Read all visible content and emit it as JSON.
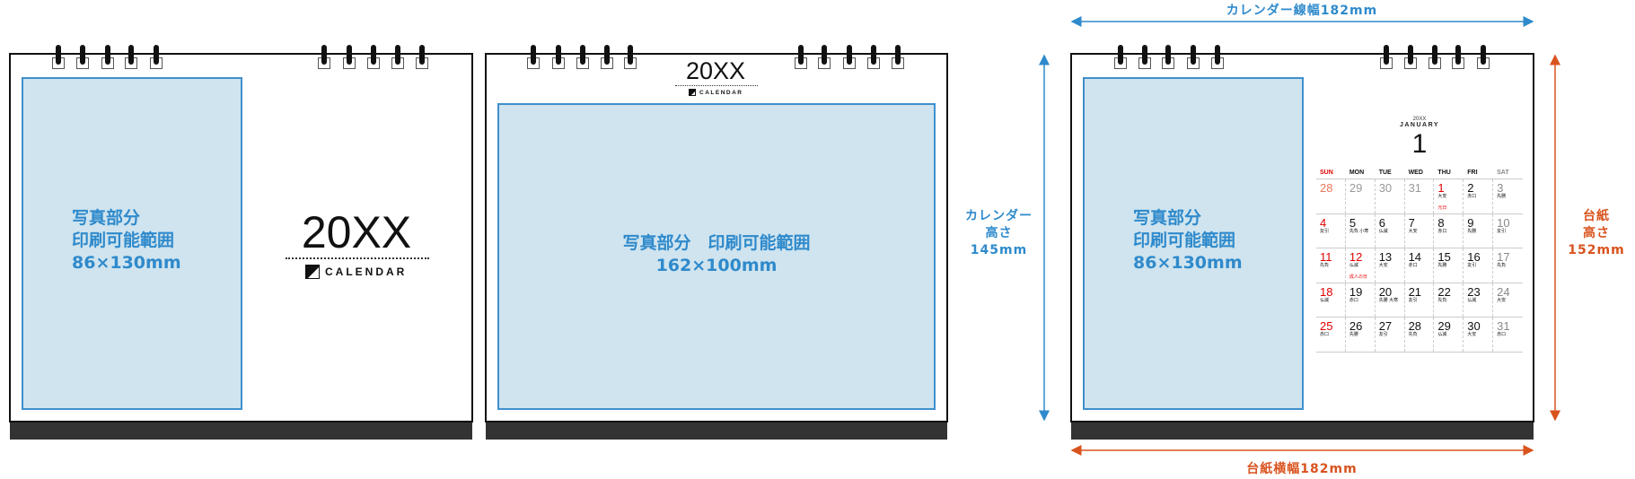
{
  "colors": {
    "photo_fill": "#cfe4ef",
    "photo_border": "#3f90cc",
    "photo_text": "#2f8acb",
    "calendar_dim_color": "#2f8acb",
    "board_dim_color": "#d9531e",
    "sunday": "#e00000",
    "saturday": "#888888",
    "prev_month": "#999999"
  },
  "panel1": {
    "photo": {
      "line1": "写真部分",
      "line2": "印刷可能範囲",
      "line3": "86×130mm"
    },
    "year": "20XX",
    "logo_text": "CALENDAR"
  },
  "panel2": {
    "photo": {
      "line1": "写真部分　印刷可能範囲",
      "line2": "162×100mm"
    },
    "year": "20XX",
    "logo_text": "CALENDAR"
  },
  "panel3": {
    "photo": {
      "line1": "写真部分",
      "line2": "印刷可能範囲",
      "line3": "86×130mm"
    },
    "calendar": {
      "year": "20XX",
      "month_name": "JANUARY",
      "month_num": "1",
      "weekdays": [
        "SUN",
        "MON",
        "TUE",
        "WED",
        "THU",
        "FRI",
        "SAT"
      ],
      "weeks": [
        [
          {
            "d": "28",
            "prev": true
          },
          {
            "d": "29",
            "prev": true
          },
          {
            "d": "30",
            "prev": true
          },
          {
            "d": "31",
            "prev": true
          },
          {
            "d": "1",
            "r": "大安",
            "hol": "元日"
          },
          {
            "d": "2",
            "r": "赤口"
          },
          {
            "d": "3",
            "r": "先勝"
          }
        ],
        [
          {
            "d": "4",
            "r": "友引"
          },
          {
            "d": "5",
            "r": "先負 小寒"
          },
          {
            "d": "6",
            "r": "仏滅"
          },
          {
            "d": "7",
            "r": "大安"
          },
          {
            "d": "8",
            "r": "赤口"
          },
          {
            "d": "9",
            "r": "先勝"
          },
          {
            "d": "10",
            "r": "友引"
          }
        ],
        [
          {
            "d": "11",
            "r": "先負"
          },
          {
            "d": "12",
            "r": "仏滅",
            "hol": "成人の日"
          },
          {
            "d": "13",
            "r": "大安"
          },
          {
            "d": "14",
            "r": "赤口"
          },
          {
            "d": "15",
            "r": "先勝"
          },
          {
            "d": "16",
            "r": "友引"
          },
          {
            "d": "17",
            "r": "先負"
          }
        ],
        [
          {
            "d": "18",
            "r": "仏滅"
          },
          {
            "d": "19",
            "r": "赤口"
          },
          {
            "d": "20",
            "r": "先勝 大寒"
          },
          {
            "d": "21",
            "r": "友引"
          },
          {
            "d": "22",
            "r": "先負"
          },
          {
            "d": "23",
            "r": "仏滅"
          },
          {
            "d": "24",
            "r": "大安"
          }
        ],
        [
          {
            "d": "25",
            "r": "赤口"
          },
          {
            "d": "26",
            "r": "先勝"
          },
          {
            "d": "27",
            "r": "友引"
          },
          {
            "d": "28",
            "r": "先負"
          },
          {
            "d": "29",
            "r": "仏滅"
          },
          {
            "d": "30",
            "r": "大安"
          },
          {
            "d": "31",
            "r": "赤口"
          }
        ]
      ]
    }
  },
  "dimensions": {
    "calendar_width": "カレンダー線幅182mm",
    "calendar_height": {
      "line1": "カレンダー",
      "line2": "高さ",
      "line3": "145mm"
    },
    "board_height": {
      "line1": "台紙",
      "line2": "高さ",
      "line3": "152mm"
    },
    "board_width": "台紙横幅182mm"
  }
}
